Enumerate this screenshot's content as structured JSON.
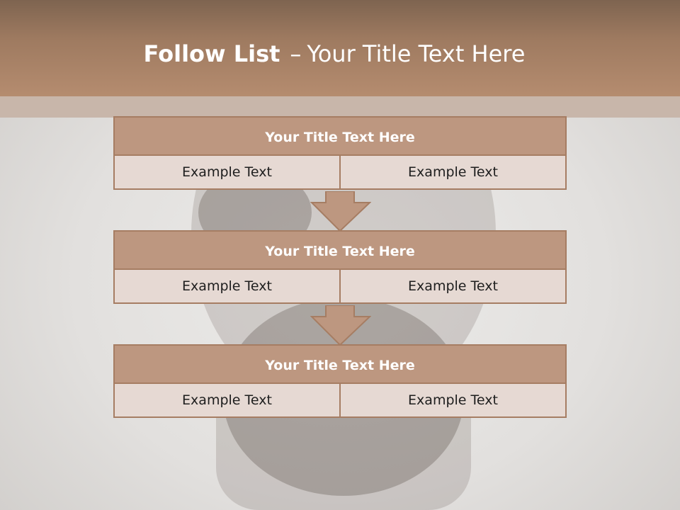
{
  "slide": {
    "title_bold": "Follow List",
    "dash": "–",
    "title_rest": "Your Title Text Here"
  },
  "blocks": [
    {
      "title": "Your Title Text Here",
      "left": "Example Text",
      "right": "Example Text"
    },
    {
      "title": "Your Title Text Here",
      "left": "Example Text",
      "right": "Example Text"
    },
    {
      "title": "Your Title Text Here",
      "left": "Example Text",
      "right": "Example Text"
    }
  ],
  "colors": {
    "header": "#b58c6f",
    "block_title_fill": "#bd9780",
    "cell_fill": "#e6d9d3",
    "border": "#a67d63"
  }
}
